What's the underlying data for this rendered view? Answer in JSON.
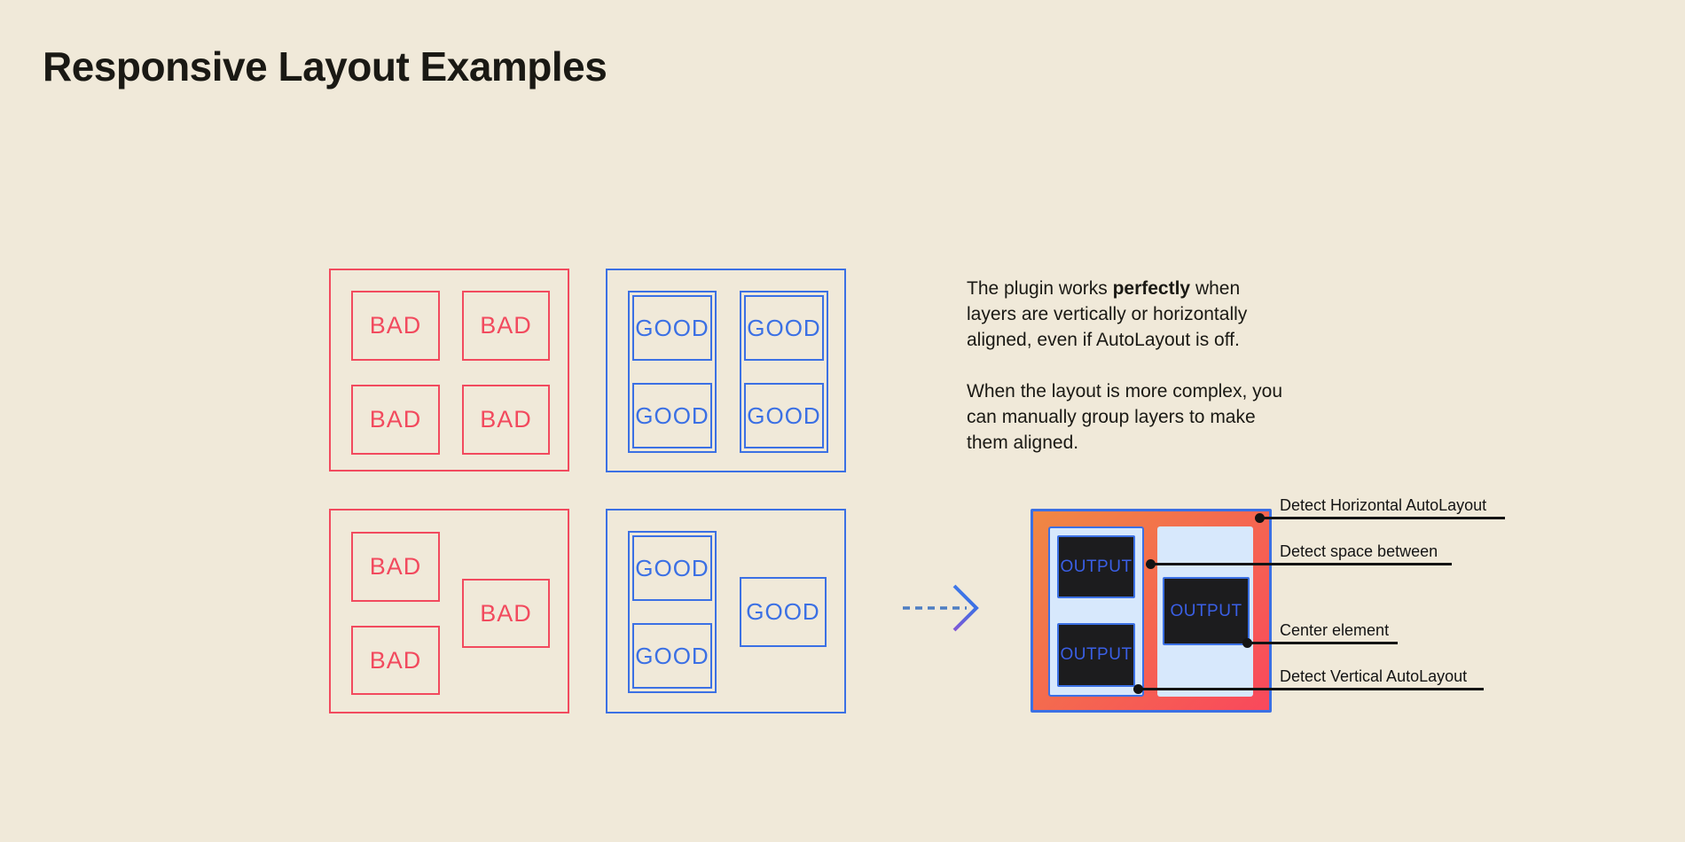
{
  "title": "Responsive Layout Examples",
  "colors": {
    "bg": "#F0E9D9",
    "red": "#F24A5E",
    "blue": "#3B70E4",
    "ink": "#1A1914",
    "annot": "#141414",
    "grad1": "#F08843",
    "grad2": "#F9485C",
    "pale": "#D7E8FC",
    "dark": "#1C1C1E",
    "outputText": "#3A5FE5"
  },
  "groups": {
    "bad_grid": {
      "cells": [
        "BAD",
        "BAD",
        "BAD",
        "BAD"
      ]
    },
    "good_grid": {
      "cells": [
        "GOOD",
        "GOOD",
        "GOOD",
        "GOOD"
      ]
    },
    "bad_free": {
      "cells": [
        "BAD",
        "BAD",
        "BAD"
      ]
    },
    "good_free": {
      "cells": [
        "GOOD",
        "GOOD",
        "GOOD"
      ]
    }
  },
  "description": {
    "p1_l1_pre": "The plugin works ",
    "p1_l1_bold": "perfectly",
    "p1_l1_post": " when",
    "p1_l2": "layers are vertically or horizontally",
    "p1_l3": "aligned, even if AutoLayout is off.",
    "p2_l1": "When the layout is more complex, you",
    "p2_l2": "can manually group layers to make",
    "p2_l3": "them aligned."
  },
  "output_panel": {
    "cells": [
      "OUTPUT",
      "OUTPUT",
      "OUTPUT"
    ]
  },
  "annotations": [
    {
      "label": "Detect Horizontal AutoLayout"
    },
    {
      "label": "Detect space between"
    },
    {
      "label": "Center element"
    },
    {
      "label": "Detect Vertical AutoLayout"
    }
  ]
}
